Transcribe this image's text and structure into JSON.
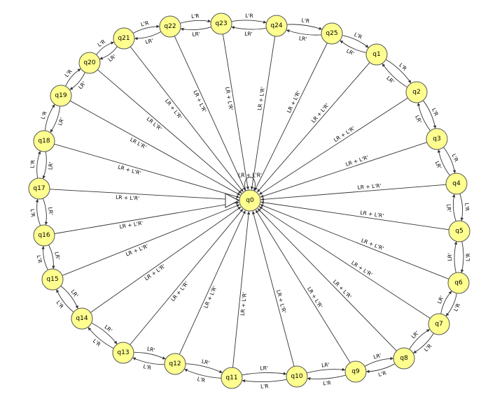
{
  "diagram": {
    "type": "state-machine",
    "start_state": "q0",
    "self_loop_label": "LR + L'R'",
    "states": [
      {
        "id": "q0",
        "label": "q0"
      },
      {
        "id": "q1",
        "label": "q1"
      },
      {
        "id": "q2",
        "label": "q2"
      },
      {
        "id": "q3",
        "label": "q3"
      },
      {
        "id": "q4",
        "label": "q4"
      },
      {
        "id": "q5",
        "label": "q5"
      },
      {
        "id": "q6",
        "label": "q6"
      },
      {
        "id": "q7",
        "label": "q7"
      },
      {
        "id": "q8",
        "label": "q8"
      },
      {
        "id": "q9",
        "label": "q9"
      },
      {
        "id": "q10",
        "label": "q10"
      },
      {
        "id": "q11",
        "label": "q11"
      },
      {
        "id": "q12",
        "label": "q12"
      },
      {
        "id": "q13",
        "label": "q13"
      },
      {
        "id": "q14",
        "label": "q14"
      },
      {
        "id": "q15",
        "label": "q15"
      },
      {
        "id": "q16",
        "label": "q16"
      },
      {
        "id": "q17",
        "label": "q17"
      },
      {
        "id": "q18",
        "label": "q18"
      },
      {
        "id": "q19",
        "label": "q19"
      },
      {
        "id": "q20",
        "label": "q20"
      },
      {
        "id": "q21",
        "label": "q21"
      },
      {
        "id": "q22",
        "label": "q22"
      },
      {
        "id": "q23",
        "label": "q23"
      },
      {
        "id": "q24",
        "label": "q24"
      },
      {
        "id": "q25",
        "label": "q25"
      }
    ],
    "ring_edges": [
      {
        "from": "q1",
        "to": "q2",
        "outer": "L'R",
        "inner": "LR'"
      },
      {
        "from": "q2",
        "to": "q3",
        "outer": "L'R",
        "inner": "LR'"
      },
      {
        "from": "q3",
        "to": "q4",
        "outer": "L'R",
        "inner": "LR'"
      },
      {
        "from": "q4",
        "to": "q5",
        "outer": "L'R",
        "inner": "LR'"
      },
      {
        "from": "q5",
        "to": "q6",
        "outer": "L'R",
        "inner": "LR'"
      },
      {
        "from": "q6",
        "to": "q7",
        "outer": "L'R",
        "inner": "LR'"
      },
      {
        "from": "q7",
        "to": "q8",
        "outer": "L'R",
        "inner": "LR'"
      },
      {
        "from": "q8",
        "to": "q9",
        "outer": "L'R",
        "inner": "LR'"
      },
      {
        "from": "q9",
        "to": "q10",
        "outer": "L'R",
        "inner": "LR'"
      },
      {
        "from": "q10",
        "to": "q11",
        "outer": "L'R",
        "inner": "LR'"
      },
      {
        "from": "q11",
        "to": "q12",
        "outer": "L'R",
        "inner": "LR'"
      },
      {
        "from": "q12",
        "to": "q13",
        "outer": "L'R",
        "inner": "LR'"
      },
      {
        "from": "q13",
        "to": "q14",
        "outer": "L'R",
        "inner": "LR'"
      },
      {
        "from": "q14",
        "to": "q15",
        "outer": "L'R",
        "inner": "LR'"
      },
      {
        "from": "q15",
        "to": "q16",
        "outer": "L'R",
        "inner": "LR'"
      },
      {
        "from": "q16",
        "to": "q17",
        "outer": "L'R",
        "inner": "LR'"
      },
      {
        "from": "q17",
        "to": "q18",
        "outer": "L'R",
        "inner": "LR'"
      },
      {
        "from": "q18",
        "to": "q19",
        "outer": "L'R",
        "inner": "LR'"
      },
      {
        "from": "q19",
        "to": "q20",
        "outer": "L'R",
        "inner": "LR'"
      },
      {
        "from": "q20",
        "to": "q21",
        "outer": "L'R",
        "inner": "LR'"
      },
      {
        "from": "q21",
        "to": "q22",
        "outer": "L'R",
        "inner": "LR'"
      },
      {
        "from": "q22",
        "to": "q23",
        "outer": "L'R",
        "inner": "LR'"
      },
      {
        "from": "q23",
        "to": "q24",
        "outer": "L'R",
        "inner": "LR'"
      },
      {
        "from": "q24",
        "to": "q25",
        "outer": "L'R",
        "inner": "LR'"
      },
      {
        "from": "q25",
        "to": "q1",
        "outer": "L'R",
        "inner": "LR'"
      }
    ],
    "center_edges": [
      {
        "state": "q1",
        "label": "LR + L'R'"
      },
      {
        "state": "q2",
        "label": "LR + L'R'"
      },
      {
        "state": "q3",
        "label": "LR + L'R'"
      },
      {
        "state": "q4",
        "label": "LR + L'R'"
      },
      {
        "state": "q5",
        "label": "LR + L'R'"
      },
      {
        "state": "q6",
        "label": "LR + L'R'"
      },
      {
        "state": "q7",
        "label": "LR + L'R'"
      },
      {
        "state": "q8",
        "label": "LR + L'R'"
      },
      {
        "state": "q9",
        "label": "LR + L'R'"
      },
      {
        "state": "q10",
        "label": "LR + L'R'"
      },
      {
        "state": "q11",
        "label": "LR + L'R'"
      },
      {
        "state": "q12",
        "label": "LR + L'R'"
      },
      {
        "state": "q13",
        "label": "LR + L'R'"
      },
      {
        "state": "q14",
        "label": "LR + L'R'"
      },
      {
        "state": "q15",
        "label": "LR + L'R'"
      },
      {
        "state": "q16",
        "label": "LR + L'R'"
      },
      {
        "state": "q17",
        "label": "LR + L'R'"
      },
      {
        "state": "q18",
        "label": "LR + L'R'"
      },
      {
        "state": "q19",
        "label": "LR L'R'"
      },
      {
        "state": "q20",
        "label": "LR L'R'"
      },
      {
        "state": "q21",
        "label": "LR + L'R'"
      },
      {
        "state": "q22",
        "label": "LR + L'R'"
      },
      {
        "state": "q23",
        "label": "LR + L'R'"
      },
      {
        "state": "q24",
        "label": "LR + L'R'"
      },
      {
        "state": "q25",
        "label": "LR + L'R'"
      }
    ]
  }
}
